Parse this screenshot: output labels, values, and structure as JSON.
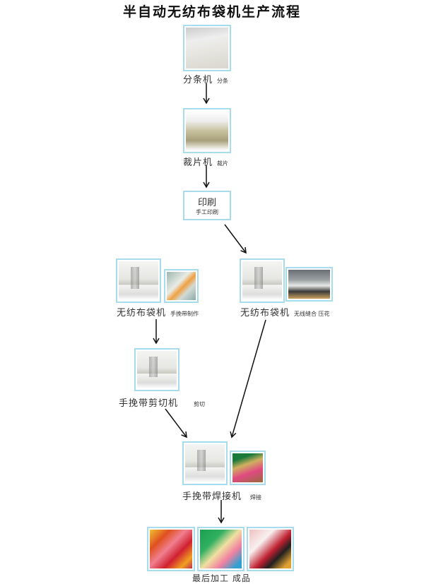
{
  "title": "半自动无纺布袋机生产流程",
  "steps": {
    "slitting": {
      "name": "分条机",
      "note": "分条"
    },
    "cutting": {
      "name": "裁片机",
      "note": "裁片"
    },
    "printing": {
      "name": "印刷",
      "note": "手工印刷"
    },
    "bag_machine_left": {
      "name": "无纺布袋机",
      "note": "手挽带制作"
    },
    "bag_machine_right": {
      "name": "无纺布袋机",
      "note": "无线缝合 压花"
    },
    "handle_cutter": {
      "name": "手挽带剪切机",
      "note": "剪切"
    },
    "handle_welder": {
      "name": "手挽带焊接机",
      "note": "焊接"
    },
    "final": {
      "name": "最后加工 成品"
    }
  },
  "colors": {
    "frame": "#a8dcec",
    "arrow": "#111111"
  }
}
